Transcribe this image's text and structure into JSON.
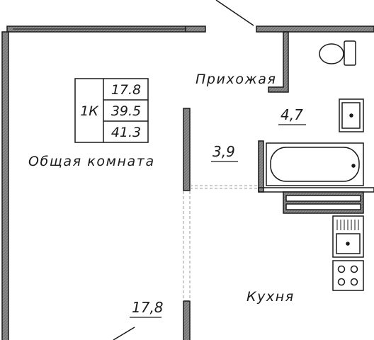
{
  "apartment": {
    "rooms_label": "1К",
    "living_area": "17.8",
    "usable_area": "39.5",
    "total_area": "41.3"
  },
  "rooms": {
    "living": {
      "name": "Общая комната",
      "area": "17,8"
    },
    "hallway": {
      "name": "Прихожая",
      "area": "3,9"
    },
    "bathroom": {
      "area": "4,7"
    },
    "kitchen": {
      "name": "Кухня"
    }
  },
  "colors": {
    "wall_fill": "#8a8a8a",
    "line": "#1a1a1a",
    "background": "#ffffff"
  }
}
